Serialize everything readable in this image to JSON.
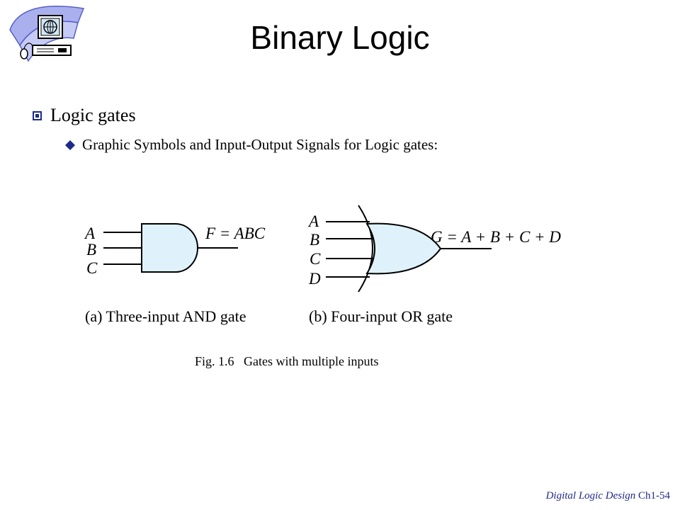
{
  "title": "Binary Logic",
  "bullet": {
    "heading": "Logic gates",
    "sub": "Graphic Symbols and Input-Output Signals for Logic gates:"
  },
  "figure": {
    "and_gate": {
      "inputs": [
        "A",
        "B",
        "C"
      ],
      "output": "F = ABC",
      "caption": "(a) Three-input AND gate"
    },
    "or_gate": {
      "inputs": [
        "A",
        "B",
        "C",
        "D"
      ],
      "output": "G = A + B + C + D",
      "caption": "(b) Four-input OR gate"
    },
    "caption": "Fig. 1.6   Gates with multiple inputs"
  },
  "footer": {
    "course": "Digital Logic Design",
    "page": "Ch1-54"
  },
  "colors": {
    "gate_fill": "#dff2fb",
    "accent": "#1e2a8a",
    "logo_ribbon": "#aab0ee"
  },
  "icons": {
    "logo": "computer-icon",
    "bullet_l1": "square-bullet-icon",
    "bullet_l2": "diamond-bullet-icon"
  }
}
